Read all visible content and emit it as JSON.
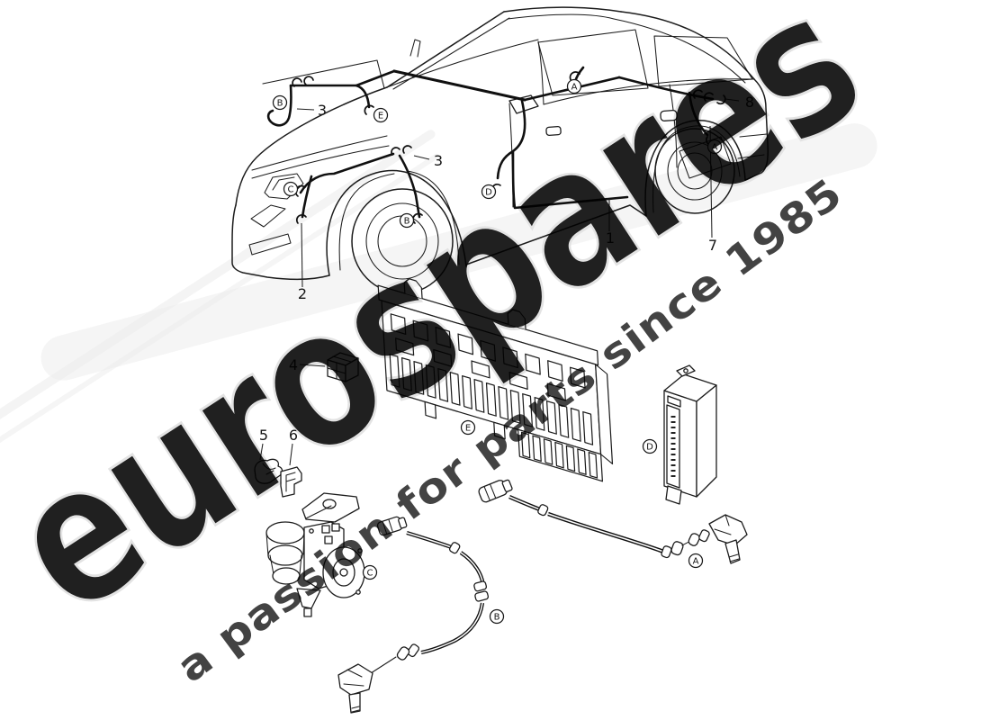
{
  "watermark": {
    "brand_text": "eurospares",
    "tagline_text": "a passion for parts since 1985",
    "brand_outline_color": "#e2e2e2",
    "tagline_color": "#ece289"
  },
  "callouts": {
    "letter_a": "A",
    "letter_b": "B",
    "letter_c": "C",
    "letter_d": "D",
    "letter_e": "E",
    "num_1": "1",
    "num_2": "2",
    "num_3": "3",
    "num_4": "4",
    "num_5": "5",
    "num_6": "6",
    "num_7": "7",
    "num_8": "8"
  }
}
